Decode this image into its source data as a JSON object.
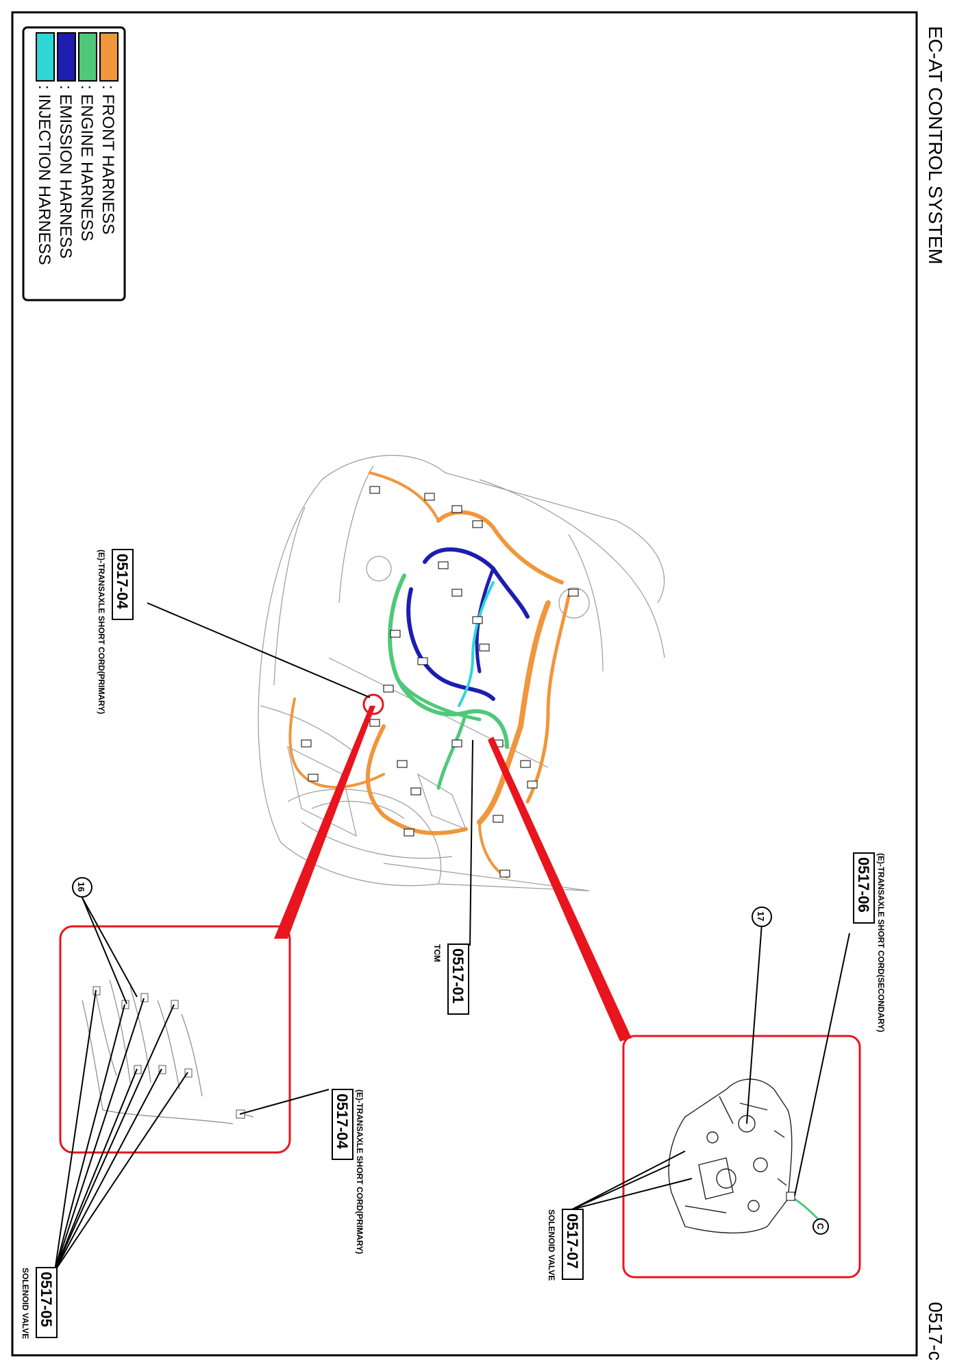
{
  "header": {
    "title": "EC-AT CONTROL SYSTEM",
    "page_code": "0517-c"
  },
  "legend": {
    "items": [
      {
        "label": ": FRONT HARNESS",
        "color": "#f0963c"
      },
      {
        "label": ": ENGINE HARNESS",
        "color": "#4fc87a"
      },
      {
        "label": ": EMISSION HARNESS",
        "color": "#1d1db0"
      },
      {
        "label": ": INJECTION HARNESS",
        "color": "#2fd6d6"
      }
    ]
  },
  "callouts": {
    "c0517_04_main": {
      "code": "0517-04",
      "desc": "(E)-TRANSAXLE SHORT CORD(PRIMARY)"
    },
    "c0517_01": {
      "code": "0517-01",
      "desc": "TCM"
    },
    "c0517_06": {
      "code": "0517-06",
      "desc": "(E)-TRANSAXLE SHORT CORD(SECONDARY)"
    },
    "c0517_04_detail": {
      "code": "0517-04",
      "desc": "(E)-TRANSAXLE SHORT CORD(PRIMARY)"
    },
    "c0517_05": {
      "code": "0517-05",
      "desc": "SOLENOID VALVE"
    },
    "c0517_07": {
      "code": "0517-07",
      "desc": "SOLENOID VALVE"
    }
  },
  "markers": {
    "m16": "16",
    "m17": "17",
    "mC": "C"
  },
  "colors": {
    "detail_highlight": "#e8141e"
  }
}
